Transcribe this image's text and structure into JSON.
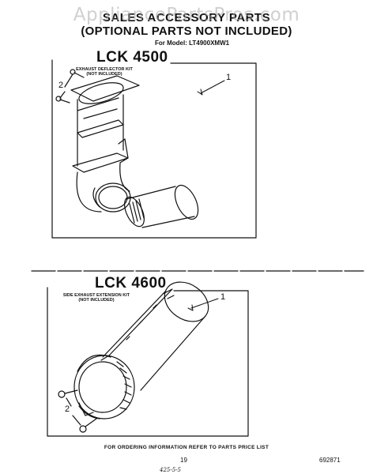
{
  "watermark": "AppliancePartsPros.com",
  "header": {
    "title_line1": "SALES ACCESSORY PARTS",
    "title_line2": "(OPTIONAL PARTS NOT INCLUDED)",
    "model": "For Model: LT4900XMW1"
  },
  "sections": [
    {
      "title": "LCK 4500",
      "kit_label_line1": "EXHAUST DEFLECTOR KIT",
      "kit_label_line2": "(NOT INCLUDED)",
      "callout_kit": "1",
      "callout_screws": "2"
    },
    {
      "title": "LCK 4600",
      "kit_label_line1": "SIDE EXHAUST EXTENSION KIT",
      "kit_label_line2": "(NOT INCLUDED)",
      "callout_kit": "1",
      "callout_screws": "2"
    }
  ],
  "footer": {
    "ordering_info": "FOR ORDERING INFORMATION REFER TO PARTS PRICE LIST",
    "page_number": "19",
    "doc_number": "692871",
    "handwritten_note": "425-5-5"
  }
}
